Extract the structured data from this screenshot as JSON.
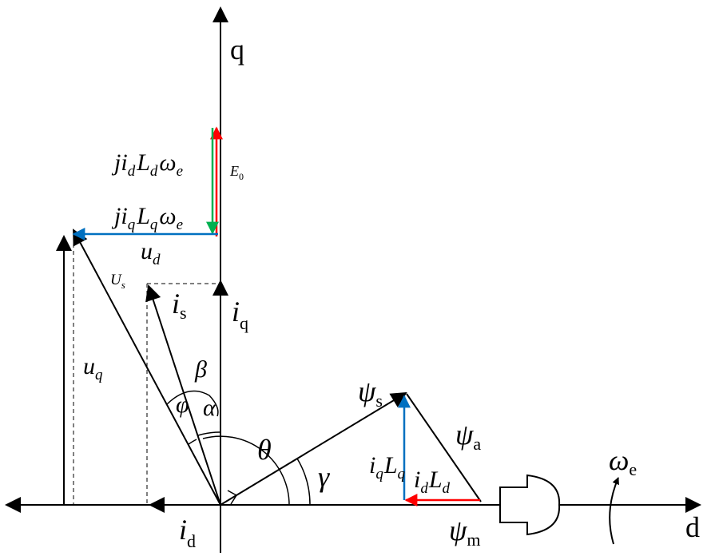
{
  "labels": {
    "q_axis": "q",
    "d_axis": "d",
    "E0": {
      "base": "E",
      "sub": "0"
    },
    "jidLdwe": {
      "j": "j",
      "i": "i",
      "isub": "d",
      "L": "L",
      "Lsub": "d",
      "w": "ω",
      "wsub": "e"
    },
    "jiqLqwe": {
      "j": "j",
      "i": "i",
      "isub": "q",
      "L": "L",
      "Lsub": "q",
      "w": "ω",
      "wsub": "e"
    },
    "ud": {
      "base": "u",
      "sub": "d"
    },
    "uq": {
      "base": "u",
      "sub": "q"
    },
    "Us": {
      "base": "U",
      "sub": "s"
    },
    "is": {
      "base": "i",
      "sub": "s"
    },
    "iq": {
      "base": "i",
      "sub": "q"
    },
    "id": {
      "base": "i",
      "sub": "d"
    },
    "psi_s": {
      "base": "ψ",
      "sub": "s"
    },
    "psi_a": {
      "base": "ψ",
      "sub": "a"
    },
    "psi_m": {
      "base": "ψ",
      "sub": "m"
    },
    "iqLq": {
      "i": "i",
      "isub": "q",
      "L": "L",
      "Lsub": "q"
    },
    "idLd": {
      "i": "i",
      "isub": "d",
      "L": "L",
      "Lsub": "d"
    },
    "omega_e": {
      "base": "ω",
      "sub": "e"
    },
    "beta": "β",
    "alpha": "α",
    "phi": "φ",
    "theta": "θ",
    "gamma": "γ"
  },
  "colors": {
    "axis": "#000000",
    "E0_vector": "#ff0000",
    "idLd_vector": "#ff0000",
    "jidLdwe_vector": "#00b050",
    "jiqLqwe_vector": "#0070c0",
    "iqLq_vector": "#0070c0"
  }
}
